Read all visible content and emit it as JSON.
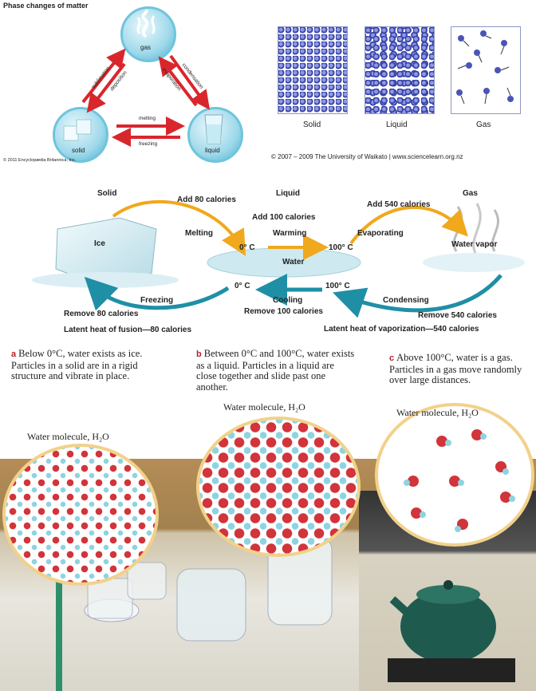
{
  "phase_panel": {
    "title": "Phase changes of matter",
    "gas": "gas",
    "solid": "solid",
    "liquid": "liquid",
    "sublimation": "sublimation",
    "deposition": "deposition",
    "condensation": "condensation",
    "evaporation": "evaporation",
    "melting": "melting",
    "freezing": "freezing",
    "credit": "© 2011 Encyclopædia Britannica, Inc."
  },
  "particles_panel": {
    "solid": "Solid",
    "liquid": "Liquid",
    "gas": "Gas",
    "credit": "© 2007 – 2009 The University of Waikato | www.sciencelearn.org.nz"
  },
  "calories_panel": {
    "solid": "Solid",
    "liquid": "Liquid",
    "gas": "Gas",
    "add80": "Add 80 calories",
    "add100": "Add 100 calories",
    "add540": "Add 540 calories",
    "melting": "Melting",
    "warming": "Warming",
    "evaporating": "Evaporating",
    "ice": "Ice",
    "zero_c_top": "0° C",
    "hundred_c_top": "100° C",
    "water": "Water",
    "water_vapor": "Water vapor",
    "zero_c_bottom": "0° C",
    "hundred_c_bottom": "100° C",
    "freezing": "Freezing",
    "cooling": "Cooling",
    "condensing": "Condensing",
    "remove80": "Remove 80 calories",
    "remove100": "Remove 100 calories",
    "remove540": "Remove 540 calories",
    "latent_fusion": "Latent heat of fusion—80 calories",
    "latent_vapor": "Latent heat of vaporization—540 calories"
  },
  "captions": {
    "a_letter": "a",
    "a_text": "Below 0°C, water exists as ice. Particles in a solid are in a rigid structure and vibrate in place.",
    "b_letter": "b",
    "b_text": "Between 0°C and 100°C, water exists as a liquid. Particles in a liquid are close together and slide past one another.",
    "c_letter": "c",
    "c_text": "Above 100°C, water is a gas. Particles in a gas move randomly over large distances."
  },
  "photo_panel": {
    "molecule_label_left": "Water molecule, H₂O",
    "molecule_label_mid": "Water molecule, H₂O",
    "molecule_label_right": "Water molecule, H₂O"
  },
  "colors": {
    "arrow_red": "#d9262c",
    "particle_blue": "#4a55b8",
    "oxygen_red": "#d1343a",
    "hydrogen_cyan": "#8fd3e0",
    "arrow_orange": "#f0a81c",
    "arrow_teal": "#1f8fa6",
    "caption_red": "#b9202a"
  }
}
